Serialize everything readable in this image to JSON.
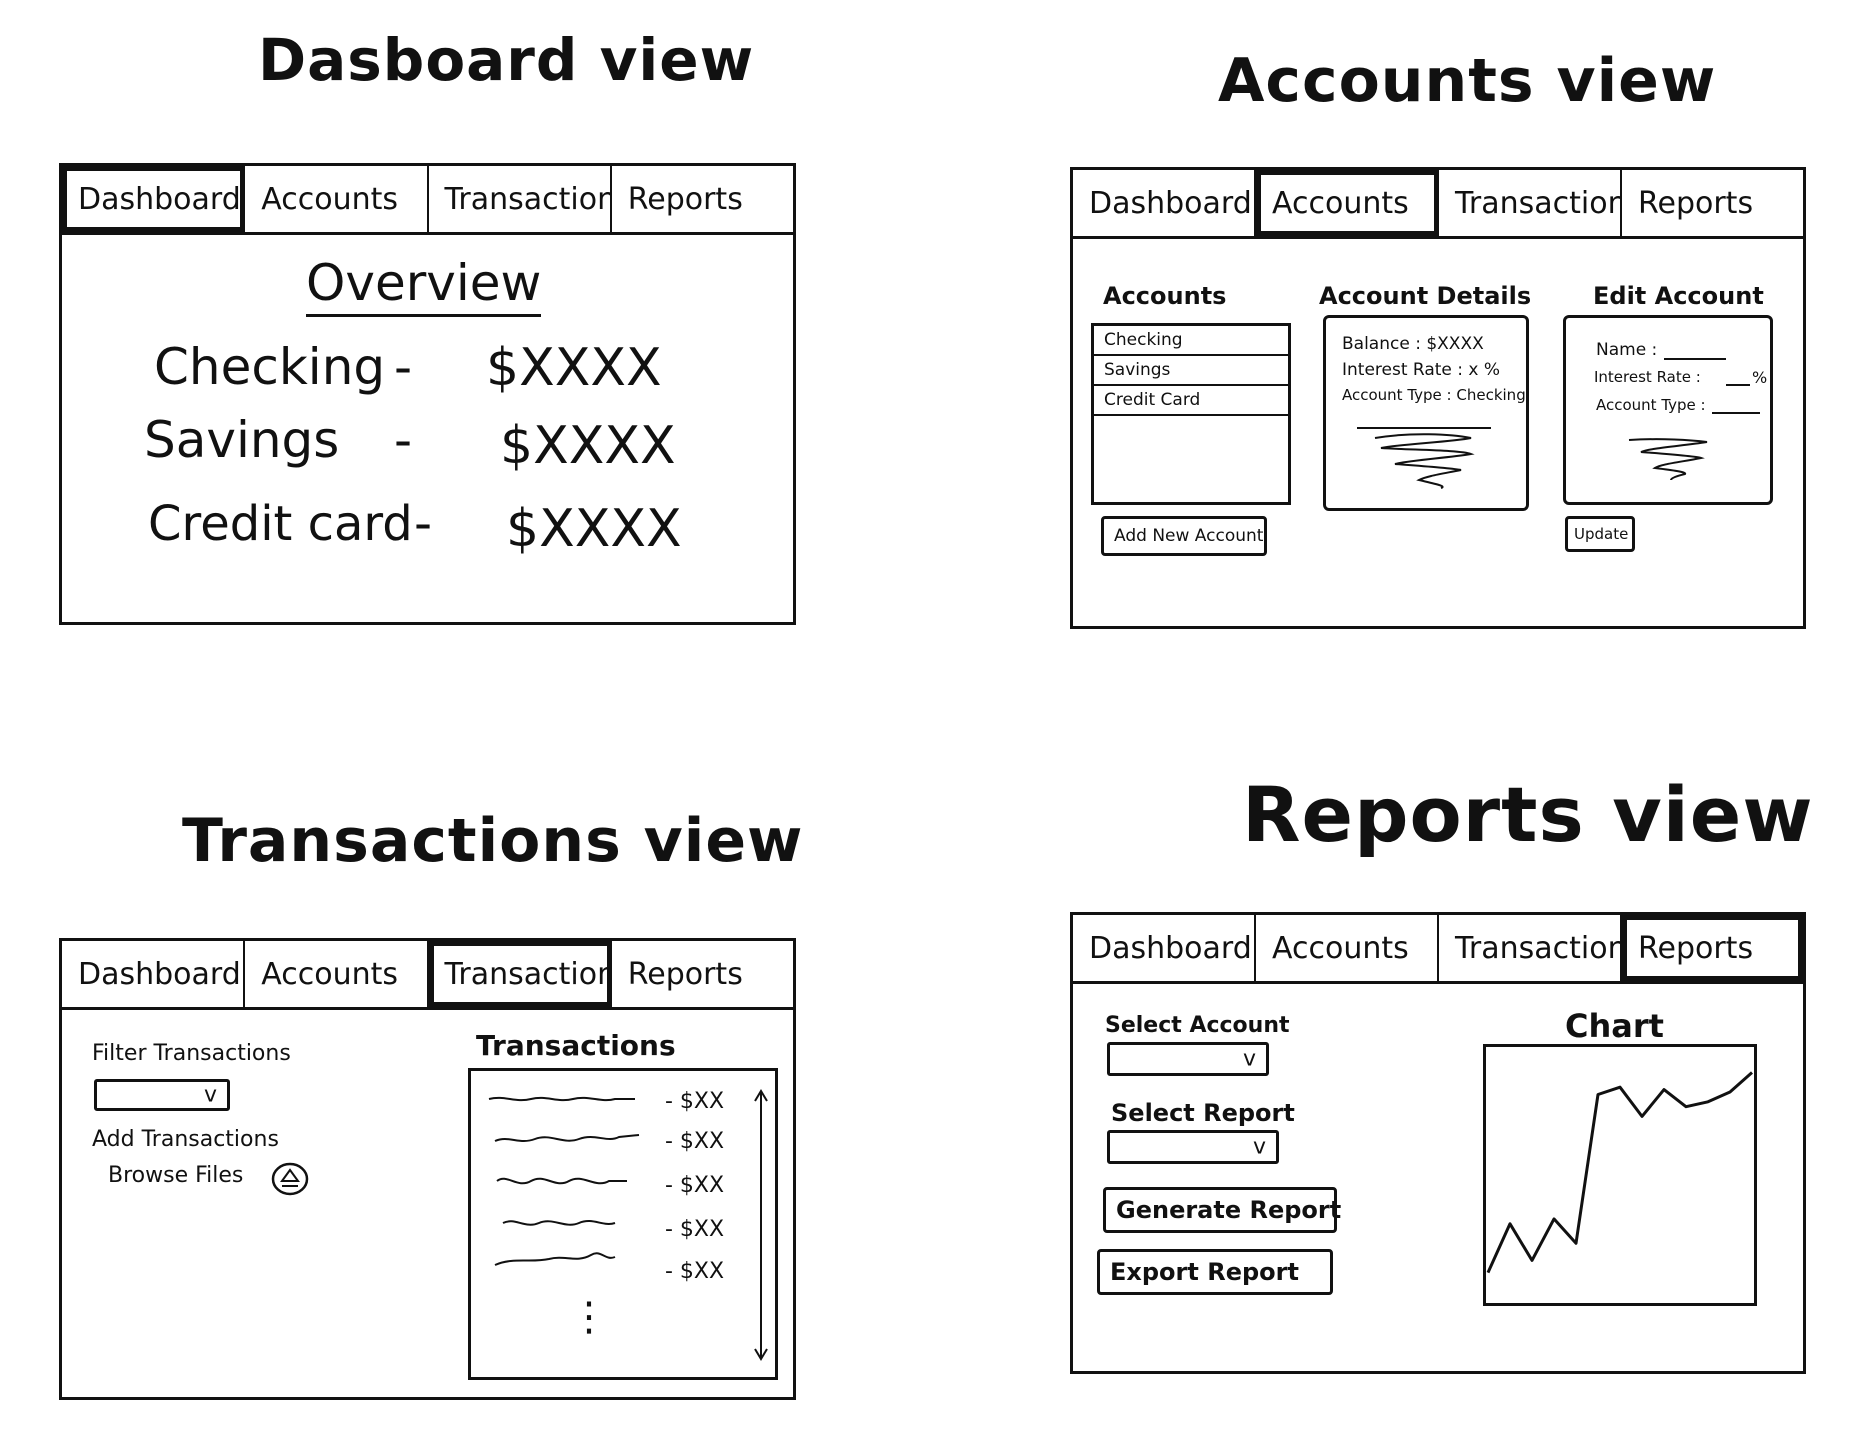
{
  "tabs": [
    "Dashboard",
    "Accounts",
    "Transactions",
    "Reports"
  ],
  "dashboard_view": {
    "title": "Dasboard view",
    "overview_heading": "Overview",
    "rows": [
      {
        "label": "Checking",
        "dash": "-",
        "value": "$XXXX"
      },
      {
        "label": "Savings",
        "dash": "-",
        "value": "$XXXX"
      },
      {
        "label": "Credit card",
        "dash": "-",
        "value": "$XXXX"
      }
    ]
  },
  "accounts_view": {
    "title": "Accounts view",
    "accounts_heading": "Accounts",
    "accounts_list": [
      "Checking",
      "Savings",
      "Credit Card"
    ],
    "add_button": "Add New Account",
    "details_heading": "Account Details",
    "details": {
      "balance": "Balance : $XXXX",
      "interest": "Interest Rate : x %",
      "type": "Account Type : Checking"
    },
    "edit_heading": "Edit Account",
    "edit_fields": {
      "name": "Name :",
      "interest": "Interest Rate :",
      "interest_unit": "%",
      "type": "Account Type :"
    },
    "update_button": "Update"
  },
  "transactions_view": {
    "title": "Transactions view",
    "filter_label": "Filter Transactions",
    "filter_chevron": "v",
    "add_label": "Add Transactions",
    "browse_label": "Browse Files",
    "list_heading": "Transactions",
    "amounts": [
      "- $XX",
      "- $XX",
      "- $XX",
      "- $XX",
      "- $XX"
    ],
    "more": "⋮"
  },
  "reports_view": {
    "title": "Reports view",
    "select_account_label": "Select Account",
    "select_report_label": "Select Report",
    "chevron": "v",
    "generate_button": "Generate Report",
    "export_button": "Export Report",
    "chart_heading": "Chart"
  },
  "chart_data": {
    "type": "line",
    "x": [
      0,
      1,
      2,
      3,
      4,
      5,
      6,
      7,
      8,
      9,
      10,
      11,
      12
    ],
    "series": [
      {
        "values": [
          1,
          3,
          1.5,
          3.2,
          2.2,
          8.3,
          8.6,
          7.4,
          8.5,
          7.8,
          8.0,
          8.4,
          9.2
        ]
      }
    ],
    "ylim": [
      0,
      10
    ],
    "grid": false
  }
}
